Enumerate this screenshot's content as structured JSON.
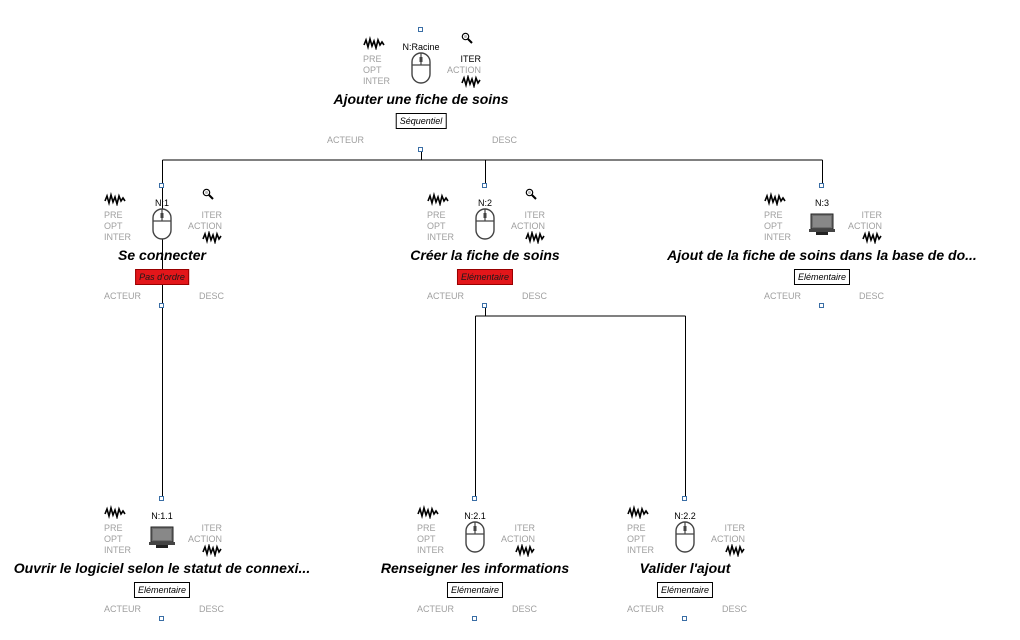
{
  "labels": {
    "pre": "PRE",
    "opt": "OPT",
    "inter": "INTER",
    "iter": "ITER",
    "action": "ACTION",
    "acteur": "ACTEUR",
    "desc": "DESC"
  },
  "colors": {
    "connector": "#3a6ea5",
    "badge_red": "#e3161a",
    "label_gray": "#a0a0a0"
  },
  "tasks": [
    {
      "id": "N:Racine",
      "name": "Ajouter une fiche de soins",
      "badge": "Séquentiel",
      "badge_style": "white",
      "type_icon": "mouse-icon",
      "zoom": true,
      "iter_active": true
    },
    {
      "id": "N:1",
      "name": "Se connecter",
      "badge": "Pas d'ordre",
      "badge_style": "red",
      "type_icon": "mouse-icon",
      "zoom": true,
      "iter_active": false
    },
    {
      "id": "N:2",
      "name": "Créer la fiche de soins",
      "badge": "Elémentaire",
      "badge_style": "red",
      "type_icon": "mouse-icon",
      "zoom": true,
      "iter_active": false
    },
    {
      "id": "N:3",
      "name": "Ajout de la fiche de soins dans la base de do...",
      "badge": "Elémentaire",
      "badge_style": "white",
      "type_icon": "computer-icon",
      "zoom": false,
      "iter_active": false
    },
    {
      "id": "N:1.1",
      "name": "Ouvrir le logiciel selon le statut de connexi...",
      "badge": "Elémentaire",
      "badge_style": "white",
      "type_icon": "computer-icon",
      "zoom": false,
      "iter_active": false
    },
    {
      "id": "N:2.1",
      "name": "Renseigner les informations",
      "badge": "Elémentaire",
      "badge_style": "white",
      "type_icon": "mouse-icon",
      "zoom": false,
      "iter_active": false
    },
    {
      "id": "N:2.2",
      "name": "Valider l'ajout",
      "badge": "Elémentaire",
      "badge_style": "white",
      "type_icon": "mouse-icon",
      "zoom": false,
      "iter_active": false
    }
  ],
  "edges": [
    {
      "from": "N:Racine",
      "to": "N:1"
    },
    {
      "from": "N:Racine",
      "to": "N:2"
    },
    {
      "from": "N:Racine",
      "to": "N:3"
    },
    {
      "from": "N:1",
      "to": "N:1.1"
    },
    {
      "from": "N:2",
      "to": "N:2.1"
    },
    {
      "from": "N:2",
      "to": "N:2.2"
    }
  ]
}
